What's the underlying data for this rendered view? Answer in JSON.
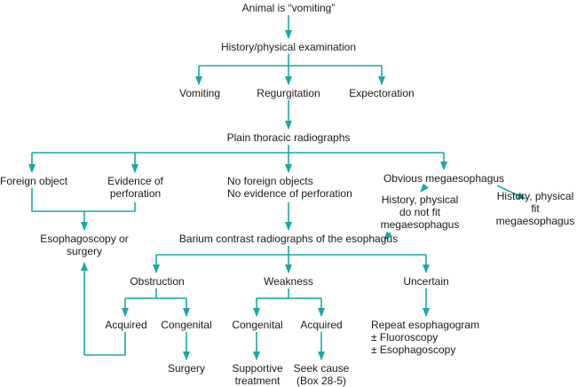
{
  "colors": {
    "connector": "#1aa8a4",
    "text": "#1a1a1a",
    "background": "#ffffff"
  },
  "nodes": {
    "root": "Animal is “vomiting”",
    "history": "History/physical examination",
    "vomiting": "Vomiting",
    "regurgitation": "Regurgitation",
    "expectoration": "Expectoration",
    "plain_radiographs": "Plain thoracic radiographs",
    "foreign_object": "Foreign object",
    "perforation": "Evidence of\nperforation",
    "no_foreign": "No foreign objects\nNo evidence of perforation",
    "megaesophagus": "Obvious megaesophagus",
    "not_fit": "History, physical\ndo not fit\nmegaesophagus",
    "fit": "History, physical\nfit\nmegaesophagus",
    "esophagoscopy": "Esophagoscopy or\nsurgery",
    "barium": "Barium contrast radiographs of the esophagus",
    "obstruction": "Obstruction",
    "weakness": "Weakness",
    "uncertain": "Uncertain",
    "obs_acquired": "Acquired",
    "obs_congenital": "Congenital",
    "weak_congenital": "Congenital",
    "weak_acquired": "Acquired",
    "repeat": "Repeat esophagogram\n± Fluoroscopy\n± Esophagoscopy",
    "surgery": "Surgery",
    "supportive": "Supportive\ntreatment",
    "seek_cause": "Seek cause\n(Box 28-5)"
  }
}
